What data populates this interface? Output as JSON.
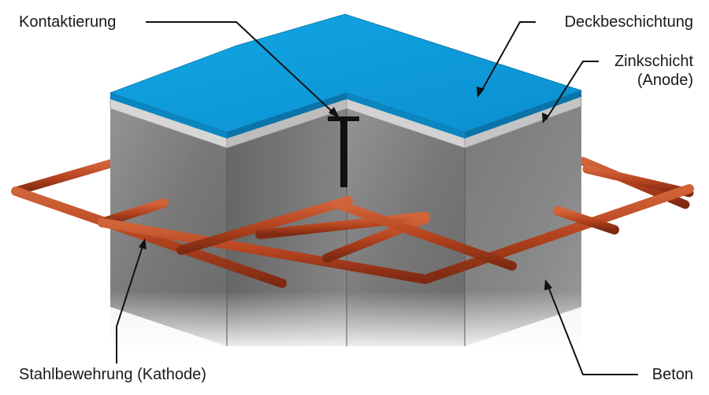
{
  "labels": {
    "contact": "Kontaktierung",
    "top_coating": "Deckbeschichtung",
    "zinc_line1": "Zinkschicht",
    "zinc_line2": "(Anode)",
    "steel": "Stahlbewehrung (Kathode)",
    "concrete": "Beton"
  },
  "colors": {
    "coating": "#0a9fde",
    "zinc": "#c9c9c9",
    "concrete": "#8c8c8c",
    "rebar": "#b5441f",
    "contact": "#111111"
  }
}
